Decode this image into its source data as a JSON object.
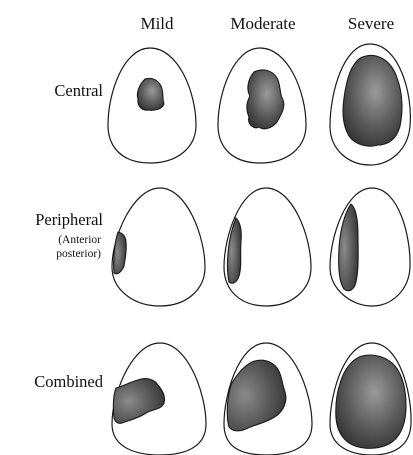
{
  "columns": [
    "Mild",
    "Moderate",
    "Severe"
  ],
  "rows": [
    {
      "label": "Central",
      "sublabel_1": "",
      "sublabel_2": ""
    },
    {
      "label": "Peripheral",
      "sublabel_1": "(Anterior",
      "sublabel_2": "posterior)"
    },
    {
      "label": "Combined",
      "sublabel_1": "",
      "sublabel_2": ""
    }
  ],
  "colors": {
    "outline": "#1a1a1a",
    "lesion_dark": "#2e2e2e",
    "lesion_light": "#9a9a9a",
    "background": "#ffffff"
  }
}
